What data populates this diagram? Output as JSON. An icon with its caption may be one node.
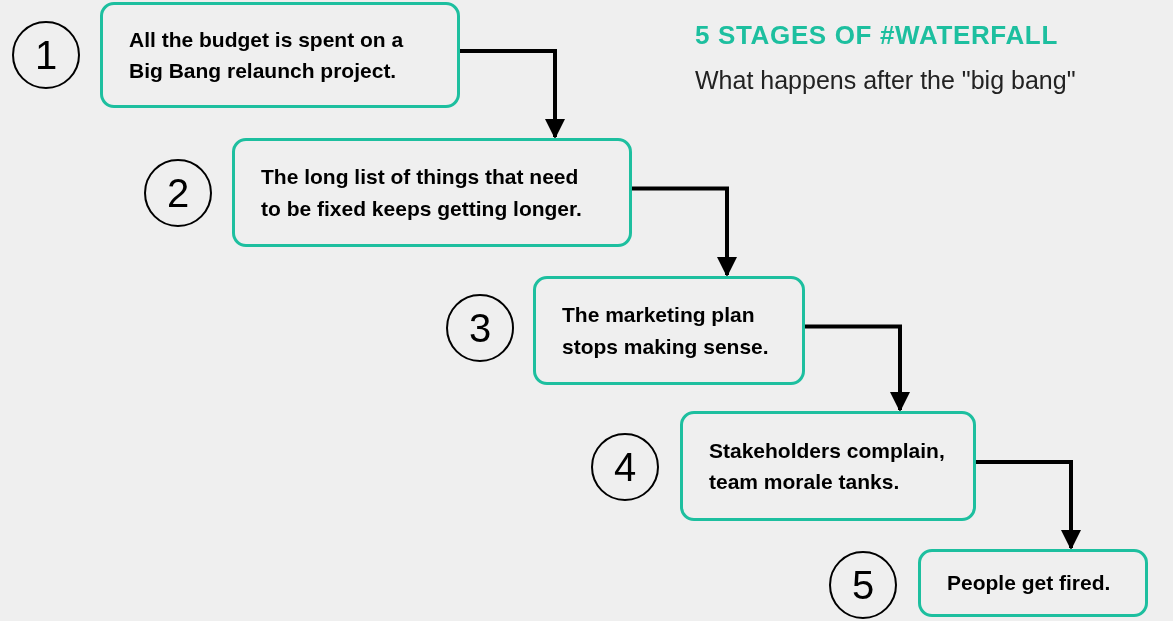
{
  "diagram": {
    "title": "5 STAGES OF #WATERFALL",
    "nodes": [
      {
        "text": [
          "1"
        ]
      },
      {
        "text": [
          "All the budget is spent on a Big Bang relaunch project."
        ]
      },
      {
        "text": [
          "2"
        ]
      },
      {
        "text": [
          "The long list of things that need to be fixed keeps getting longer."
        ]
      },
      {
        "text": [
          "3"
        ]
      },
      {
        "text": [
          "The marketing plan stops making sense."
        ]
      },
      {
        "text": [
          "4"
        ]
      },
      {
        "text": [
          "Stakeholders complain, team morale tanks."
        ]
      },
      {
        "text": [
          "5"
        ]
      },
      {
        "text": [
          "People get fired."
        ]
      }
    ],
    "edges": [
      {
        "from": 1,
        "to": 3,
        "arrow": "to"
      },
      {
        "from": 3,
        "to": 5,
        "arrow": "to"
      },
      {
        "from": 5,
        "to": 7,
        "arrow": "to"
      },
      {
        "from": 7,
        "to": 9,
        "arrow": "to"
      }
    ],
    "labels": [
      "What happens after the \"big bang\""
    ]
  }
}
